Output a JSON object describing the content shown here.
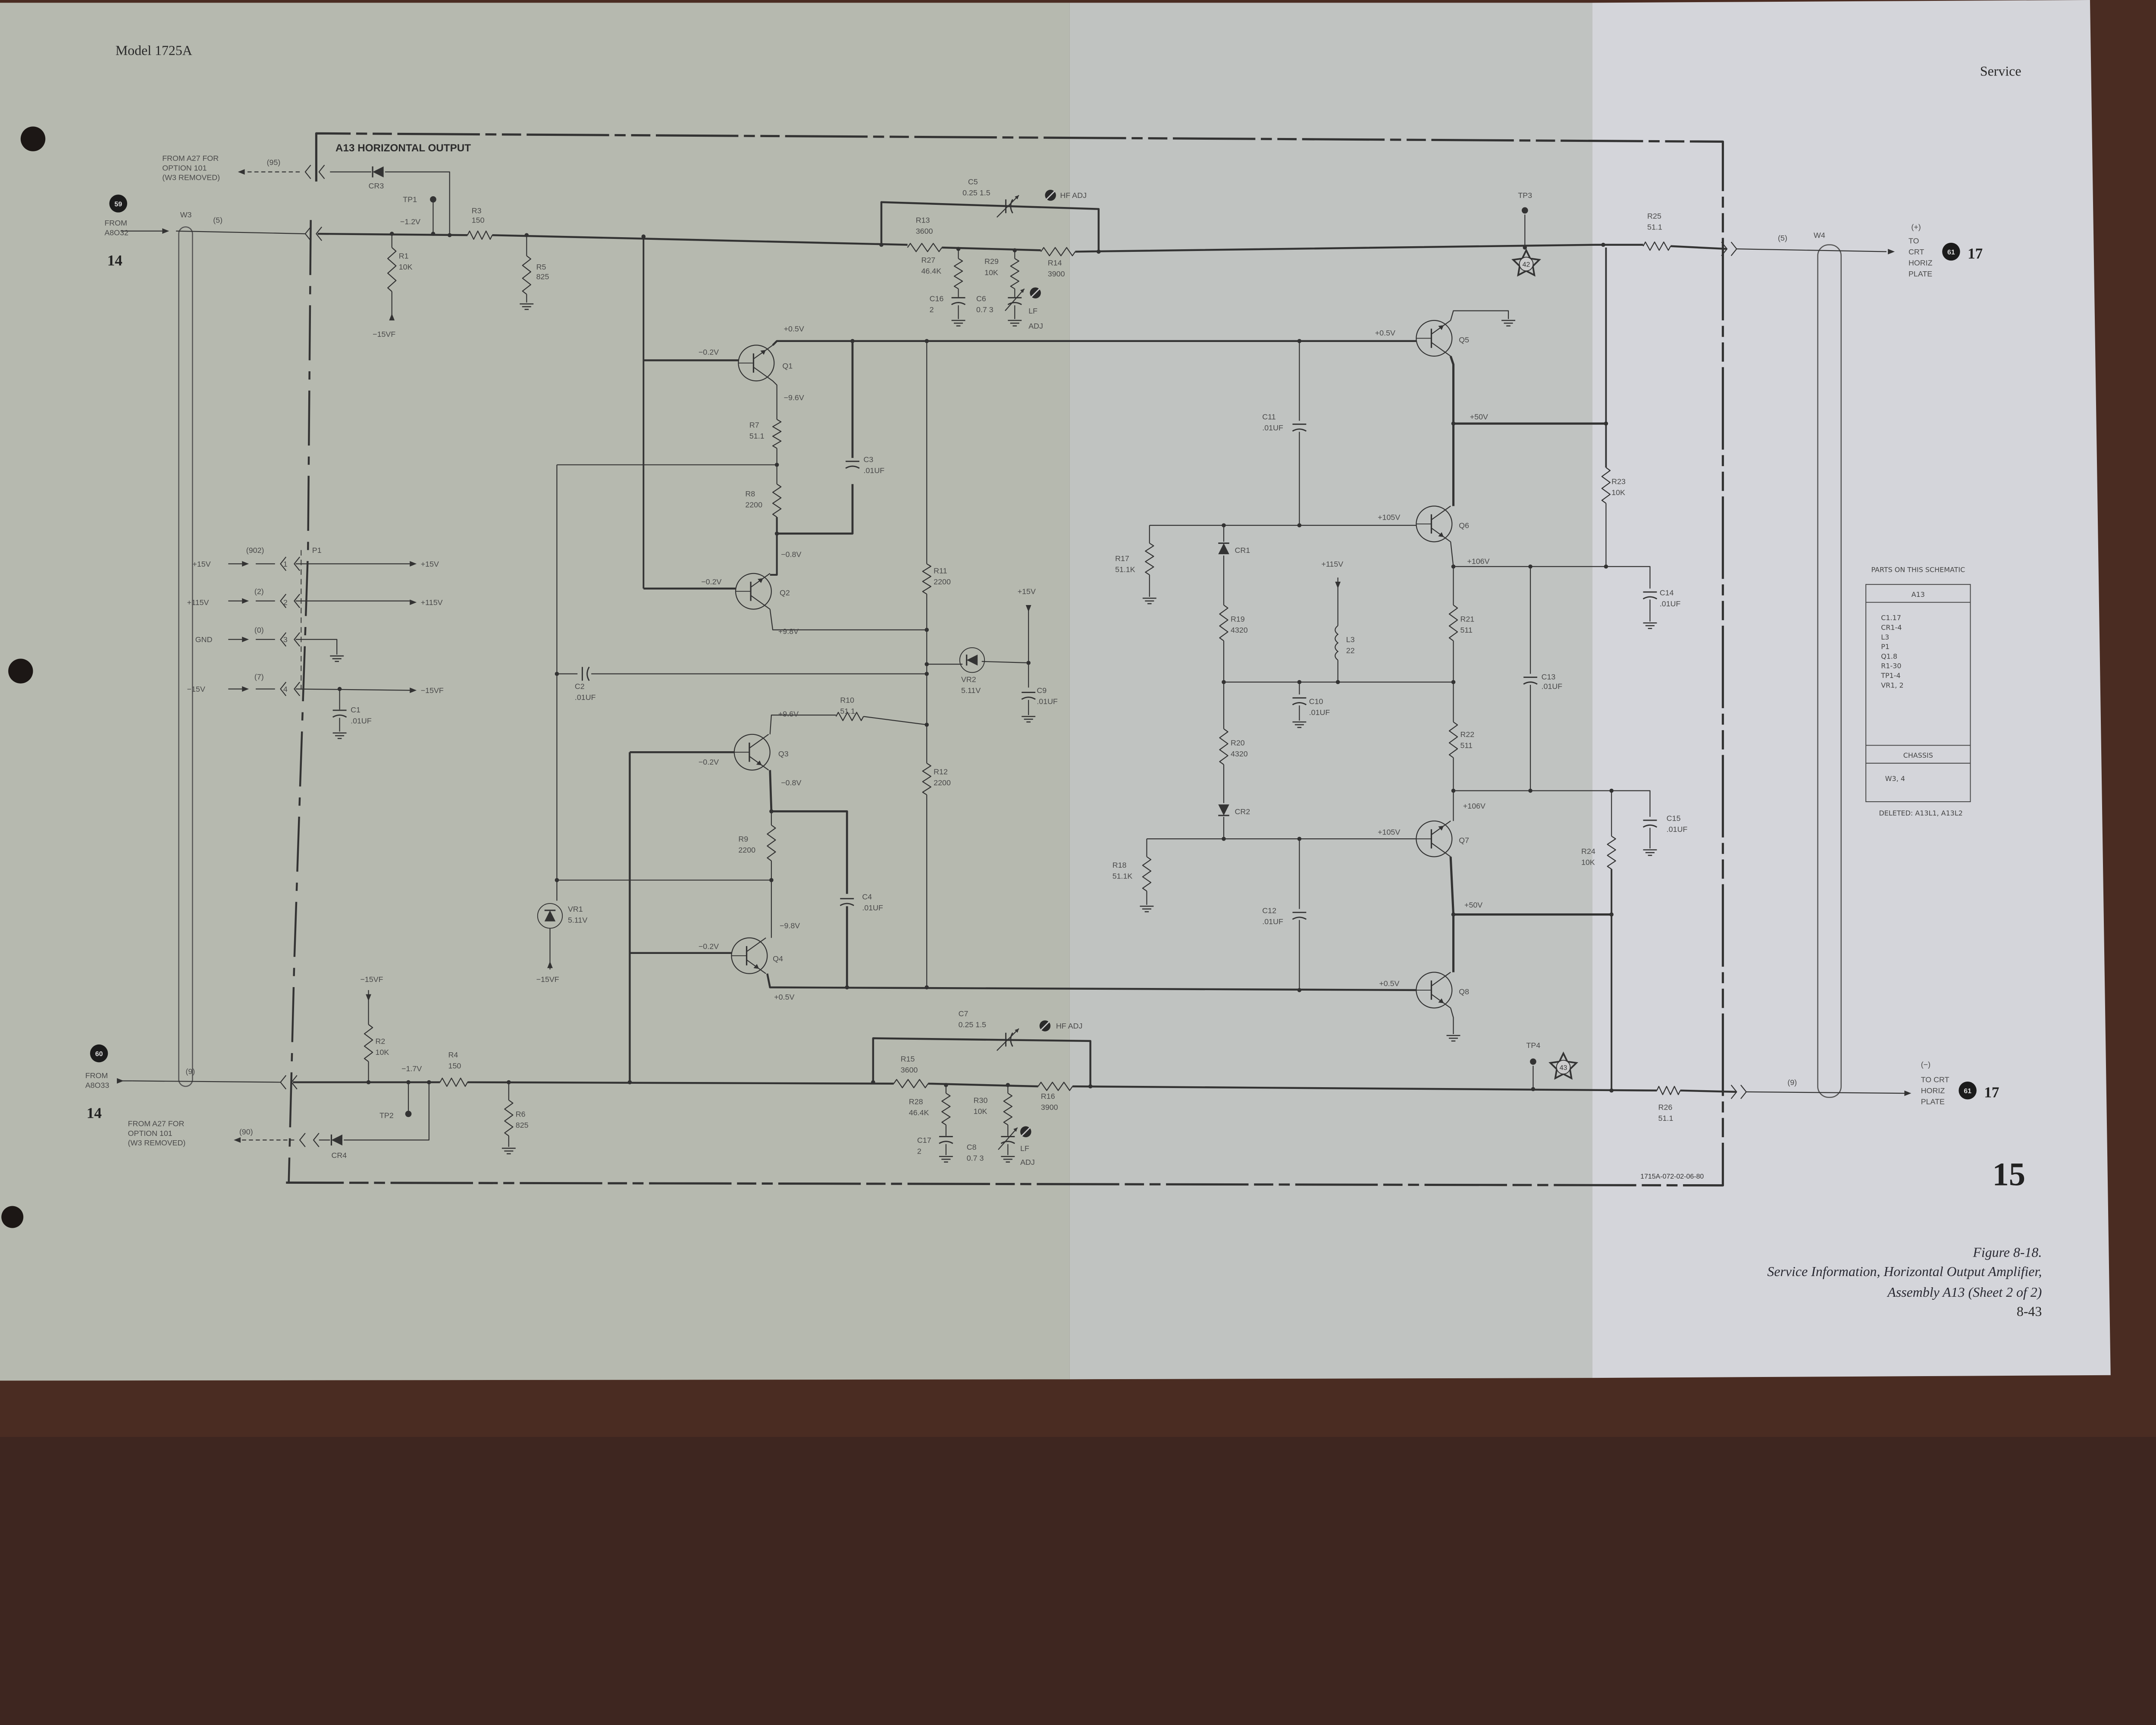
{
  "page": {
    "header_left": "Model 1725A",
    "header_right": "Service",
    "page_tab": "15",
    "drawing_number": "1715A-072-02-06-80"
  },
  "caption": {
    "figure": "Figure 8-18.",
    "line1": "Service Information, Horizontal Output Amplifier,",
    "line2": "Assembly A13 (Sheet 2 of 2)",
    "page_number": "8-43"
  },
  "schematic": {
    "title": "A13 HORIZONTAL OUTPUT",
    "inputs": [
      {
        "badge": "59",
        "from": "FROM",
        "source": "A8O32",
        "sheet": "14",
        "wire": "(5)",
        "cable": "W3"
      },
      {
        "badge": "60",
        "from": "FROM",
        "source": "A8O33",
        "sheet": "14",
        "wire": "(9)"
      }
    ],
    "outputs": [
      {
        "polarity": "(+)",
        "lines": [
          "TO",
          "CRT",
          "HORIZ",
          "PLATE"
        ],
        "badge": "61",
        "sheet": "17",
        "wire": "(5)",
        "cable": "W4"
      },
      {
        "polarity": "(−)",
        "lines": [
          "TO CRT",
          "HORIZ",
          "PLATE"
        ],
        "badge": "61",
        "sheet": "17",
        "wire": "(9)"
      }
    ],
    "option_notes": [
      {
        "lines": [
          "FROM A27 FOR",
          "OPTION 101",
          "(W3 REMOVED)"
        ],
        "wire": "(95)"
      },
      {
        "lines": [
          "FROM A27 FOR",
          "OPTION 101",
          "(W3 REMOVED)"
        ],
        "wire": "(90)"
      }
    ],
    "connector": {
      "ref": "P1",
      "pins": [
        {
          "in": "+15V",
          "wire": "(902)",
          "pin": "1",
          "out": "+15V"
        },
        {
          "in": "+115V",
          "wire": "(2)",
          "pin": "2",
          "out": "+115V"
        },
        {
          "in": "GND",
          "wire": "(0)",
          "pin": "3"
        },
        {
          "in": "−15V",
          "wire": "(7)",
          "pin": "4",
          "out": "−15VF"
        }
      ]
    },
    "components": {
      "R1": {
        "ref": "R1",
        "value": "10K"
      },
      "R2": {
        "ref": "R2",
        "value": "10K"
      },
      "R3": {
        "ref": "R3",
        "value": "150"
      },
      "R4": {
        "ref": "R4",
        "value": "150"
      },
      "R5": {
        "ref": "R5",
        "value": "825"
      },
      "R6": {
        "ref": "R6",
        "value": "825"
      },
      "R7": {
        "ref": "R7",
        "value": "51.1"
      },
      "R8": {
        "ref": "R8",
        "value": "2200"
      },
      "R9": {
        "ref": "R9",
        "value": "2200"
      },
      "R10": {
        "ref": "R10",
        "value": "51.1"
      },
      "R11": {
        "ref": "R11",
        "value": "2200"
      },
      "R12": {
        "ref": "R12",
        "value": "2200"
      },
      "R13": {
        "ref": "R13",
        "value": "3600"
      },
      "R14": {
        "ref": "R14",
        "value": "3900"
      },
      "R15": {
        "ref": "R15",
        "value": "3600"
      },
      "R16": {
        "ref": "R16",
        "value": "3900"
      },
      "R17": {
        "ref": "R17",
        "value": "51.1K"
      },
      "R18": {
        "ref": "R18",
        "value": "51.1K"
      },
      "R19": {
        "ref": "R19",
        "value": "4320"
      },
      "R20": {
        "ref": "R20",
        "value": "4320"
      },
      "R21": {
        "ref": "R21",
        "value": "511"
      },
      "R22": {
        "ref": "R22",
        "value": "511"
      },
      "R23": {
        "ref": "R23",
        "value": "10K"
      },
      "R24": {
        "ref": "R24",
        "value": "10K"
      },
      "R25": {
        "ref": "R25",
        "value": "51.1"
      },
      "R26": {
        "ref": "R26",
        "value": "51.1"
      },
      "R27": {
        "ref": "R27",
        "value": "46.4K"
      },
      "R28": {
        "ref": "R28",
        "value": "46.4K"
      },
      "R29": {
        "ref": "R29",
        "value": "10K"
      },
      "R30": {
        "ref": "R30",
        "value": "10K"
      },
      "C1": {
        "ref": "C1",
        "value": ".01UF"
      },
      "C2": {
        "ref": "C2",
        "value": ".01UF"
      },
      "C3": {
        "ref": "C3",
        "value": ".01UF"
      },
      "C4": {
        "ref": "C4",
        "value": ".01UF"
      },
      "C5": {
        "ref": "C5",
        "value": "0.25 1.5"
      },
      "C6": {
        "ref": "C6",
        "value": "0.7 3"
      },
      "C7": {
        "ref": "C7",
        "value": "0.25 1.5"
      },
      "C8": {
        "ref": "C8",
        "value": "0.7 3"
      },
      "C9": {
        "ref": "C9",
        "value": ".01UF"
      },
      "C10": {
        "ref": "C10",
        "value": ".01UF"
      },
      "C11": {
        "ref": "C11",
        "value": ".01UF"
      },
      "C12": {
        "ref": "C12",
        "value": ".01UF"
      },
      "C13": {
        "ref": "C13",
        "value": ".01UF"
      },
      "C14": {
        "ref": "C14",
        "value": ".01UF"
      },
      "C15": {
        "ref": "C15",
        "value": ".01UF"
      },
      "C16": {
        "ref": "C16",
        "value": "2"
      },
      "C17": {
        "ref": "C17",
        "value": "2"
      },
      "Q1": {
        "ref": "Q1"
      },
      "Q2": {
        "ref": "Q2"
      },
      "Q3": {
        "ref": "Q3"
      },
      "Q4": {
        "ref": "Q4"
      },
      "Q5": {
        "ref": "Q5"
      },
      "Q6": {
        "ref": "Q6"
      },
      "Q7": {
        "ref": "Q7"
      },
      "Q8": {
        "ref": "Q8"
      },
      "CR1": {
        "ref": "CR1"
      },
      "CR2": {
        "ref": "CR2"
      },
      "CR3": {
        "ref": "CR3"
      },
      "CR4": {
        "ref": "CR4"
      },
      "VR1": {
        "ref": "VR1",
        "value": "5.11V"
      },
      "VR2": {
        "ref": "VR2",
        "value": "5.11V"
      },
      "L3": {
        "ref": "L3",
        "value": "22"
      }
    },
    "test_points": {
      "TP1": "TP1",
      "TP2": "TP2",
      "TP3": "TP3",
      "TP4": "TP4"
    },
    "waveform_refs": {
      "tp3": "42",
      "tp4": "43"
    },
    "adjustments": {
      "hf": "HF ADJ",
      "lf_1": "LF",
      "lf_2": "ADJ"
    },
    "supplies": {
      "m15vf": "−15VF",
      "p15v": "+15V",
      "p115v": "+115V"
    },
    "voltages": {
      "tp1": "−1.2V",
      "tp2": "−1.7V",
      "q1_b": "−0.2V",
      "q1_e": "+0.5V",
      "q1_c": "−9.6V",
      "q2_b": "−0.2V",
      "q2_c": "−0.8V",
      "q2_e": "+9.8V",
      "q3_c": "+9.6V",
      "q3_b": "−0.2V",
      "q3_e": "−0.8V",
      "q4_c": "−9.8V",
      "q4_b": "−0.2V",
      "q4_e": "+0.5V",
      "q5_b": "+0.5V",
      "q5_c": "+50V",
      "q6_b": "+105V",
      "q6_e": "+106V",
      "q7_e": "+106V",
      "q7_b": "+105V",
      "q7_c": "+50V",
      "q8_b": "+0.5V"
    }
  },
  "parts_table": {
    "title": "PARTS ON THIS SCHEMATIC",
    "assembly": "A13",
    "assembly_parts": [
      "C1.17",
      "CR1-4",
      "L3",
      "P1",
      "Q1.8",
      "R1-30",
      "TP1-4",
      "VR1, 2"
    ],
    "chassis": "CHASSIS",
    "chassis_parts": "W3, 4",
    "deleted": "DELETED: A13L1, A13L2"
  },
  "colors": {
    "ink": "#333333",
    "paper_left": "#b6b9af",
    "paper_mid": "#c0c3c1",
    "paper_right": "#d4d5da",
    "wood": "#4a2c22"
  }
}
